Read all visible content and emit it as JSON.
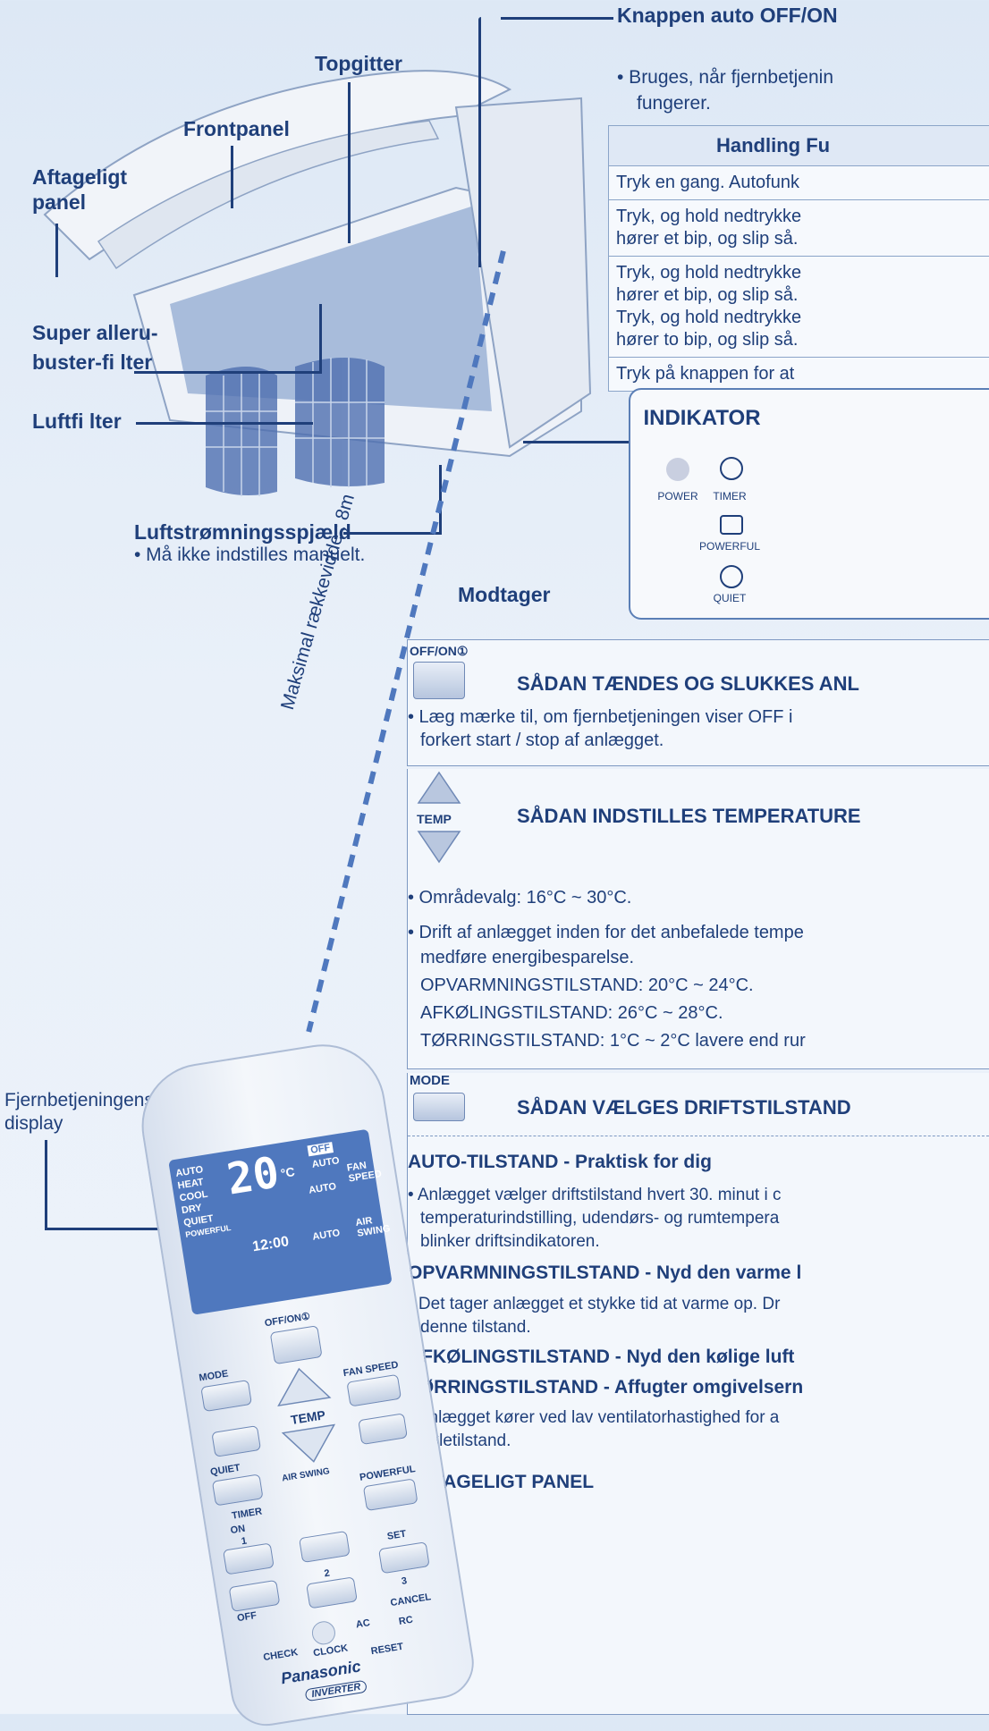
{
  "labels": {
    "auto_button_title": "Knappen auto OFF/ON",
    "auto_button_desc": "• Bruges, når fjernbetjenin",
    "auto_button_desc2": "fungerer.",
    "topgitter": "Topgitter",
    "frontpanel": "Frontpanel",
    "aftageligt_panel": "Aftageligt\npanel",
    "super_filter": "Super alleru-\nbuster-fi lter",
    "luftfilter": "Luftfi lter",
    "luftstrom": "Luftstrømningsspjæld",
    "luftstrom_note": "• Må ikke indstilles manuelt.",
    "modtager": "Modtager",
    "range": "Maksimal rækkevidde : 8m",
    "remote_display": "Fjernbetjeningens\ndisplay"
  },
  "table": {
    "header": "Handling Fu",
    "rows": [
      "Tryk en gang. Autofunk",
      "Tryk, og hold nedtrykke\nhører et bip, og slip så.",
      "Tryk, og hold nedtrykke\nhører et bip, og slip så.\nTryk, og hold nedtrykke\nhører to bip, og slip så.",
      "Tryk på knappen for at"
    ]
  },
  "indicator": {
    "title": "INDIKATOR",
    "power": "POWER",
    "timer": "TIMER",
    "powerful": "POWERFUL",
    "quiet": "QUIET"
  },
  "sections": {
    "onoff": {
      "btn_label": "OFF/ON①",
      "title": "SÅDAN TÆNDES OG SLUKKES ANL",
      "text1": "• Læg mærke til, om fjernbetjeningen viser OFF i",
      "text2": "forkert start / stop af anlægget."
    },
    "temp": {
      "btn_label": "TEMP",
      "title": "SÅDAN INDSTILLES TEMPERATURE",
      "lines": [
        "• Områdevalg: 16°C ~ 30°C.",
        "• Drift af anlægget inden for det anbefalede tempe",
        "medføre energibesparelse.",
        "OPVARMNINGSTILSTAND: 20°C ~ 24°C.",
        "AFKØLINGSTILSTAND: 26°C ~ 28°C.",
        "TØRRINGSTILSTAND: 1°C ~ 2°C lavere end rur"
      ]
    },
    "mode": {
      "btn_label": "MODE",
      "title": "SÅDAN VÆLGES DRIFTSTILSTAND",
      "auto_title": "AUTO-TILSTAND - Praktisk for dig",
      "auto_lines": [
        "• Anlægget vælger driftstilstand hvert 30. minut i c",
        "temperaturindstilling, udendørs- og rumtempera",
        "blinker driftsindikatoren."
      ],
      "heat_title": "OPVARMNINGSTILSTAND - Nyd den varme l",
      "heat_lines": [
        "• Det tager anlægget et stykke tid at varme op. Dr",
        "denne tilstand."
      ],
      "cool_title": "AFKØLINGSTILSTAND - Nyd den kølige luft",
      "dry_title": "TØRRINGSTILSTAND - Affugter omgivelsern",
      "dry_lines": [
        "• Anlægget kører ved lav ventilatorhastighed for a",
        "køletilstand."
      ],
      "panel_title": "AFTAGELIGT PANEL"
    }
  },
  "remote": {
    "modes": [
      "AUTO",
      "HEAT",
      "COOL",
      "DRY",
      "QUIET",
      "POWERFUL"
    ],
    "temp": "20",
    "unit": "°C",
    "off": "OFF",
    "auto": "AUTO",
    "fan_speed": "FAN\nSPEED",
    "air_swing": "AIR\nSWING",
    "time": "12:00",
    "btn_offon": "OFF/ON①",
    "btn_mode": "MODE",
    "btn_fan": "FAN SPEED",
    "btn_temp": "TEMP",
    "btn_quiet": "QUIET",
    "btn_airswing": "AIR SWING",
    "btn_powerful": "POWERFUL",
    "timer": "TIMER",
    "on": "ON",
    "one": "1",
    "two": "2",
    "three": "3",
    "off2": "OFF",
    "set": "SET",
    "cancel": "CANCEL",
    "check": "CHECK",
    "clock": "CLOCK",
    "ac": "AC",
    "rc": "RC",
    "reset": "RESET",
    "brand": "Panasonic",
    "inverter": "INVERTER"
  },
  "colors": {
    "text": "#1f3f7a",
    "accent": "#4f78be",
    "bg": "#e6eef8"
  }
}
